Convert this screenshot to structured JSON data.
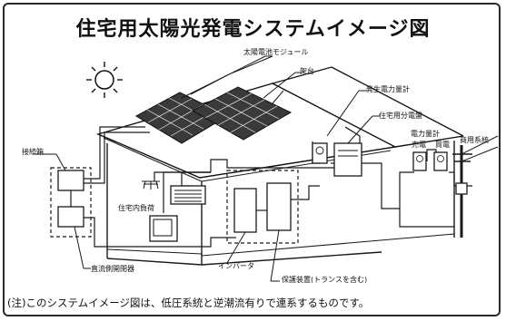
{
  "title": "住宅用太陽光発電システムイメージ図",
  "labels": {
    "solar_module": "太陽電池モジュール",
    "mount": "架台",
    "generation_meter": "発生電力量計",
    "distribution_board": "住宅用分電盤",
    "power_meter": "電力量計",
    "sell": "売電",
    "buy": "買電",
    "grid": "商用系統",
    "junction_box": "接続箱",
    "house_load": "住宅内負荷",
    "dc_breaker": "直流側開閉器",
    "inverter": "インバータ",
    "protection": "保護装置(トランスを含む)"
  },
  "note": "(注)このシステムイメージ図は、低圧系統と逆潮流有りで連系するものです。"
}
